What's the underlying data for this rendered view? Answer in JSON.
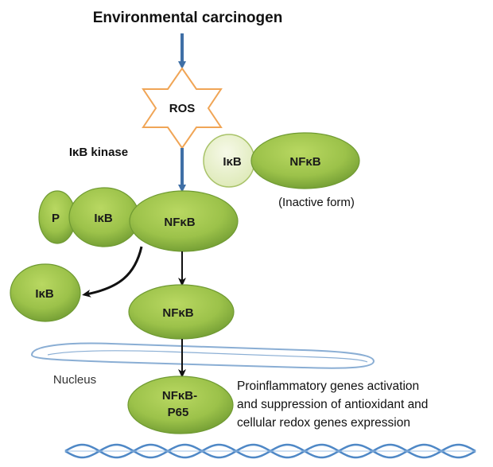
{
  "title": "Environmental carcinogen",
  "ros": "ROS",
  "kinase_label": "IκB kinase",
  "inactive": {
    "ikb": "IκB",
    "nfkb": "NFκB",
    "caption": "(Inactive form)"
  },
  "complex": {
    "p": "P",
    "ikb": "IκB",
    "nfkb": "NFκB"
  },
  "released_ikb": "IκB",
  "free_nfkb": "NFκB",
  "nucleus_label": "Nucleus",
  "p65": {
    "line1": "NFκB-",
    "line2": "P65"
  },
  "outcome": {
    "line1": "Proinflammatory genes activation",
    "line2": "and suppression of antioxidant and",
    "line3": "cellular redox genes expression"
  },
  "colors": {
    "green_light": "#a9c954",
    "green_dark": "#5f8a2a",
    "inactive_ikb": "#e6efc9",
    "arrow_blue": "#3f6fa6",
    "membrane_blue": "#8aaed4",
    "dna_blue": "#4f88c6",
    "star_orange": "#f0a556"
  }
}
